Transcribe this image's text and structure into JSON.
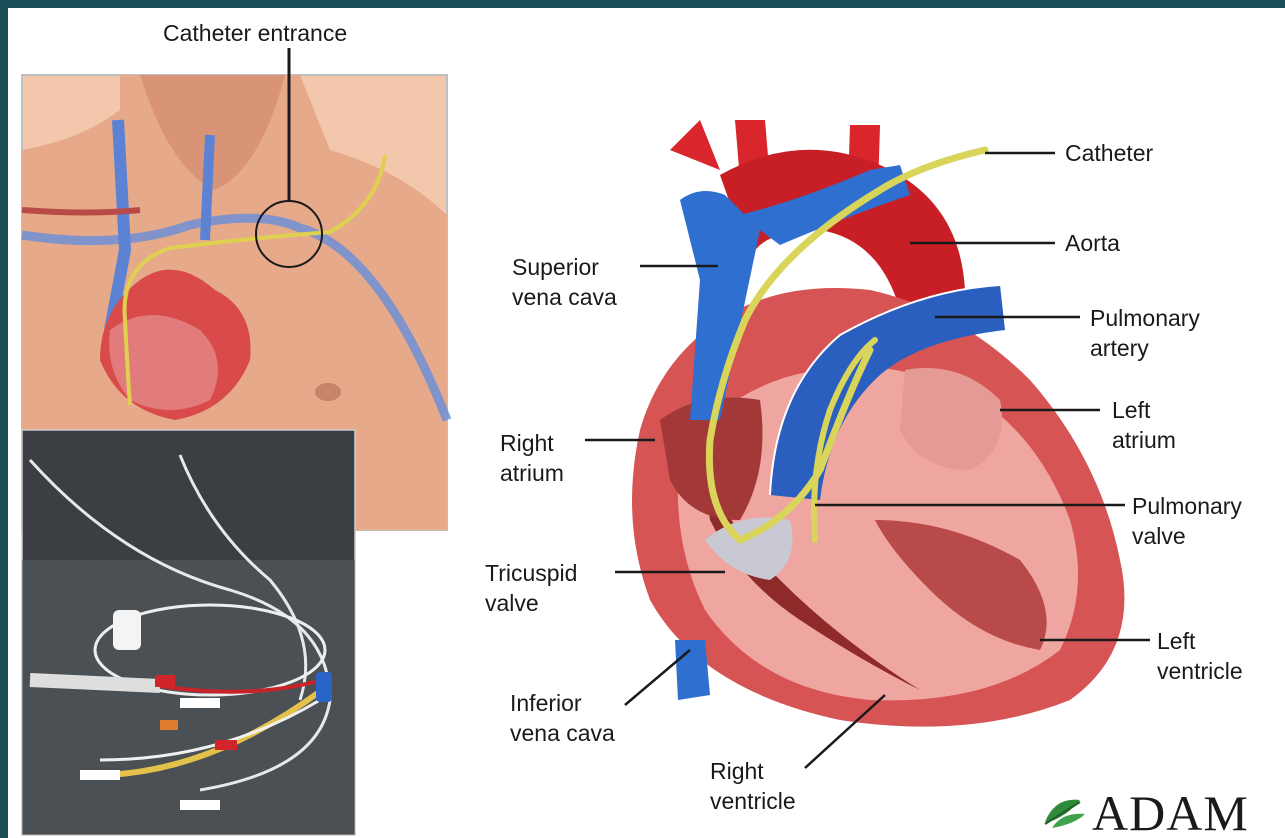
{
  "labels": {
    "catheter_entrance": "Catheter entrance",
    "catheter": "Catheter",
    "aorta": "Aorta",
    "superior_vena_cava": "Superior\nvena cava",
    "pulmonary_artery": "Pulmonary\nartery",
    "left_atrium": "Left\natrium",
    "right_atrium": "Right\natrium",
    "pulmonary_valve": "Pulmonary\nvalve",
    "tricuspid_valve": "Tricuspid\nvalve",
    "left_ventricle": "Left\nventricle",
    "inferior_vena_cava": "Inferior\nvena cava",
    "right_ventricle": "Right\nventricle"
  },
  "logo": {
    "text": "ADAM"
  },
  "colors": {
    "frame": "#1d4f58",
    "vein": "#2f6fd0",
    "artery": "#d8262c",
    "catheter": "#d9d45a",
    "muscle": "#e8a0a0",
    "skin": "#e9b79a"
  }
}
